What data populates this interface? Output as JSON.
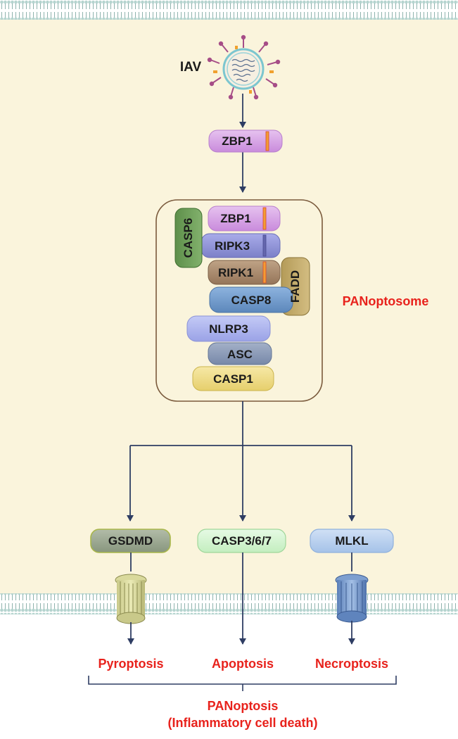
{
  "virus_label": "IAV",
  "zbp1_top": "ZBP1",
  "complex": {
    "zbp1": "ZBP1",
    "ripk3": "RIPK3",
    "ripk1": "RIPK1",
    "casp8": "CASP8",
    "nlrp3": "NLRP3",
    "asc": "ASC",
    "casp1": "CASP1",
    "casp6": "CASP6",
    "fadd": "FADD",
    "name": "PANoptosome"
  },
  "effectors": {
    "gsdmd": "GSDMD",
    "casp367": "CASP3/6/7",
    "mlkl": "MLKL"
  },
  "outcomes": {
    "pyroptosis": "Pyroptosis",
    "apoptosis": "Apoptosis",
    "necroptosis": "Necroptosis"
  },
  "result": {
    "line1": "PANoptosis",
    "line2": "(Inflammatory cell death)"
  },
  "colors": {
    "cytoplasm": "#faf4dc",
    "membrane": "#a9c9c4",
    "arrow": "#2e3d63",
    "label_red": "#e8221c",
    "zbp1": "#d59ee3",
    "ripk3": "#8f93d6",
    "ripk1": "#a88a6e",
    "casp8": "#6f98c9",
    "nlrp3": "#aeb5ef",
    "asc": "#8b9ab6",
    "casp1": "#eedb87",
    "casp6": "#6c9d58",
    "fadd": "#c4ad6c",
    "gsdmd": "#9aa791",
    "casp367": "#d3f5d0",
    "mlkl": "#b9d0ee"
  }
}
